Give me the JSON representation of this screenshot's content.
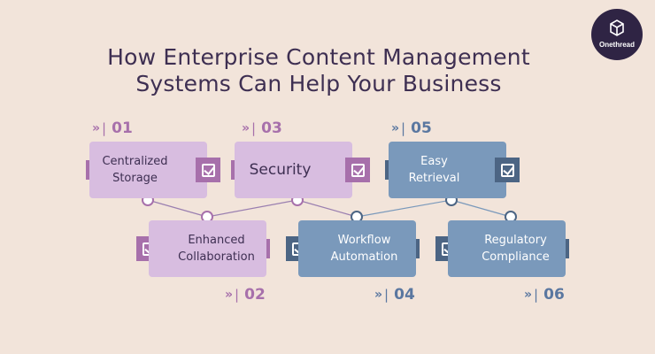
{
  "title": {
    "line1": "How Enterprise Content Management",
    "line2": "Systems Can Help Your Business"
  },
  "logo": {
    "text": "Onethread",
    "icon": "onethread-logo-icon"
  },
  "colors": {
    "background": "#f2e4da",
    "purple_card": "#d8bde0",
    "purple_accent": "#a770ab",
    "blue_card": "#7a99bb",
    "blue_accent": "#4c6584",
    "title": "#3e2f52"
  },
  "steps": [
    {
      "number": "01",
      "label_line1": "Centralized",
      "label_line2": "Storage"
    },
    {
      "number": "02",
      "label_line1": "Enhanced",
      "label_line2": "Collaboration"
    },
    {
      "number": "03",
      "label_line1": "Security",
      "label_line2": ""
    },
    {
      "number": "04",
      "label_line1": "Workflow",
      "label_line2": "Automation"
    },
    {
      "number": "05",
      "label_line1": "Easy",
      "label_line2": "Retrieval"
    },
    {
      "number": "06",
      "label_line1": "Regulatory",
      "label_line2": "Compliance"
    }
  ],
  "number_prefix": {
    "chevrons": "»",
    "separator": "|"
  },
  "icons": {
    "step": "checkbox-icon"
  }
}
